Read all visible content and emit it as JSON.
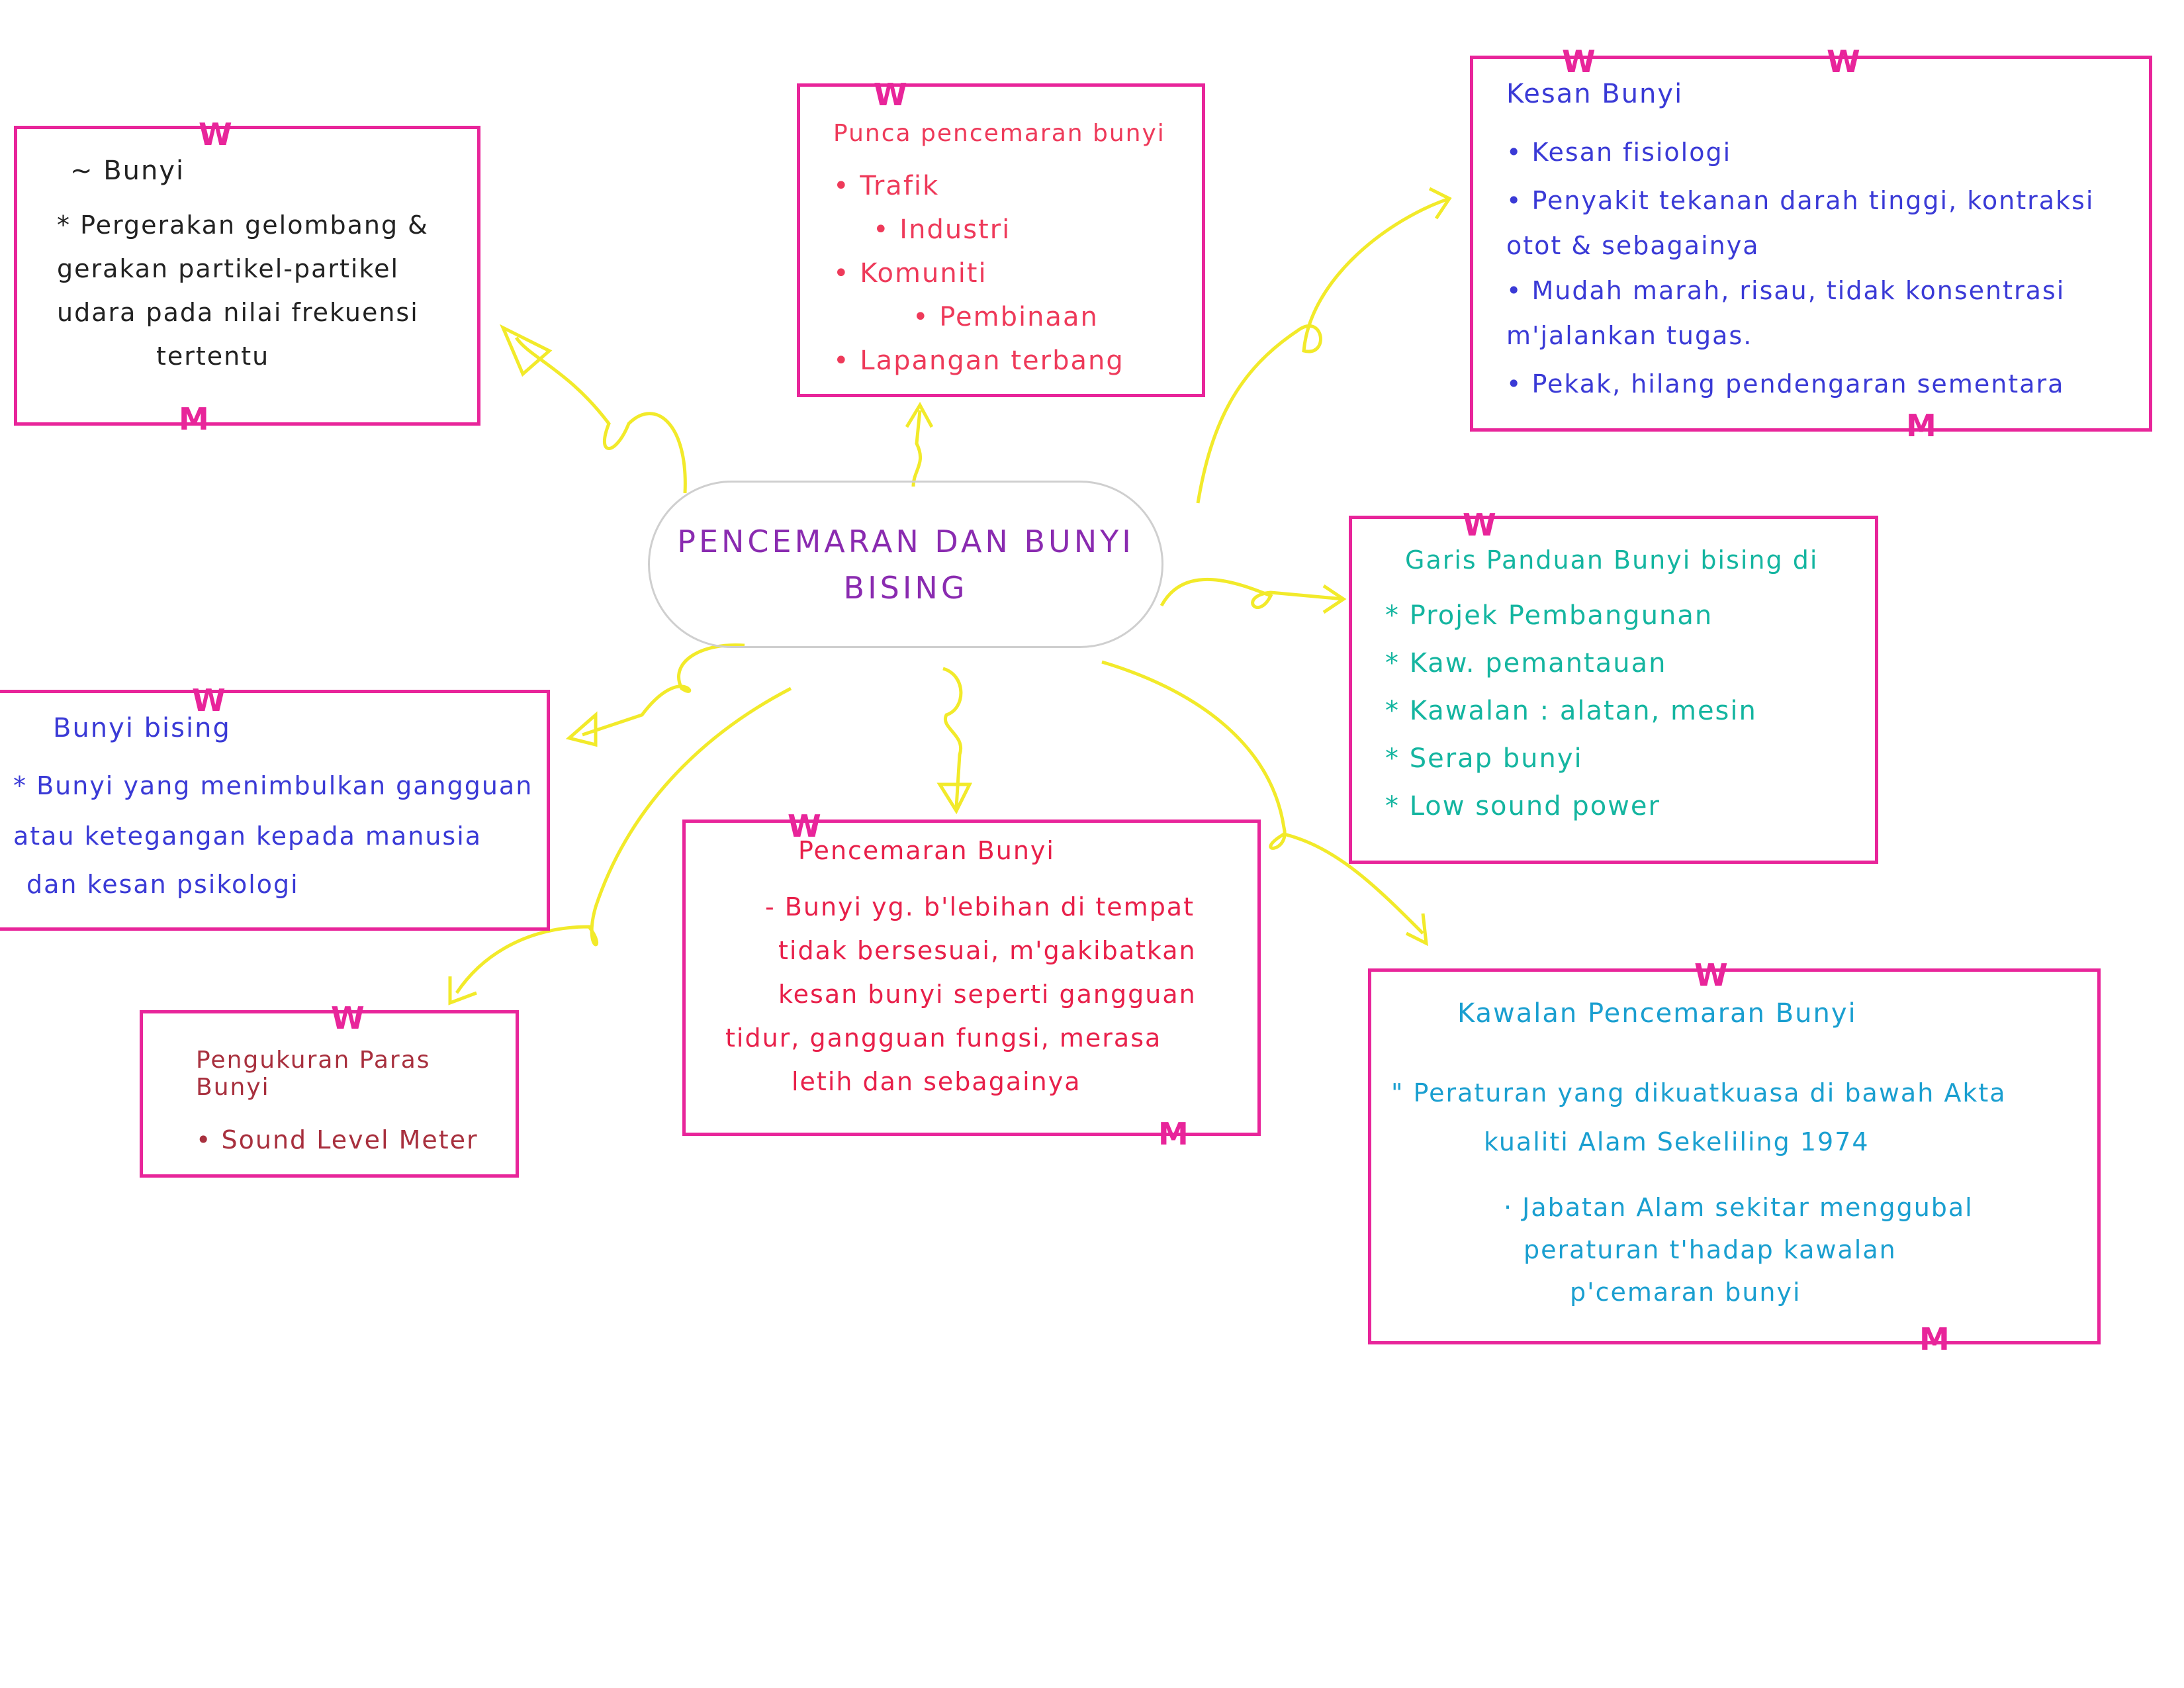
{
  "center": {
    "line1": "PENCEMARAN DAN BUNYI",
    "line2": "BISING"
  },
  "boxes": {
    "bunyi": {
      "title": "~ Bunyi",
      "lines": [
        "* Pergerakan gelombang &",
        "gerakan partikel-partikel",
        "udara pada nilai frekuensi",
        "tertentu"
      ]
    },
    "punca": {
      "title": "Punca pencemaran bunyi",
      "lines": [
        "• Trafik",
        "• Industri",
        "• Komuniti",
        "• Pembinaan",
        "• Lapangan terbang"
      ]
    },
    "kesan": {
      "title": "Kesan Bunyi",
      "lines": [
        "• Kesan fisiologi",
        "• Penyakit tekanan darah tinggi, kontraksi",
        "otot & sebagainya",
        "• Mudah marah, risau, tidak konsentrasi",
        "m'jalankan tugas.",
        "• Pekak, hilang pendengaran sementara"
      ]
    },
    "garis": {
      "title": "Garis Panduan Bunyi bising di",
      "lines": [
        "* Projek Pembangunan",
        "* Kaw. pemantauan",
        "* Kawalan : alatan, mesin",
        "* Serap bunyi",
        "* Low sound power"
      ]
    },
    "bising": {
      "title": "Bunyi bising",
      "lines": [
        "* Bunyi yang menimbulkan gangguan",
        "atau ketegangan kepada manusia",
        "dan kesan psikologi"
      ]
    },
    "pengukuran": {
      "title": "Pengukuran Paras Bunyi",
      "lines": [
        "• Sound Level Meter"
      ]
    },
    "pencemaran": {
      "title": "Pencemaran Bunyi",
      "lines": [
        "- Bunyi yg. b'lebihan di tempat",
        "tidak bersesuai, m'gakibatkan",
        "kesan bunyi seperti gangguan",
        "tidur, gangguan fungsi, merasa",
        "letih dan sebagainya"
      ]
    },
    "kawalan": {
      "title": "Kawalan Pencemaran Bunyi",
      "lines": [
        "\" Peraturan yang dikuatkuasa di bawah Akta",
        "kualiti Alam Sekeliling 1974",
        "· Jabatan Alam sekitar menggubal",
        "peraturan t'hadap kawalan",
        "p'cemaran bunyi"
      ]
    }
  },
  "colors": {
    "border": "#e8259a",
    "arrow": "#f2ea2a"
  }
}
